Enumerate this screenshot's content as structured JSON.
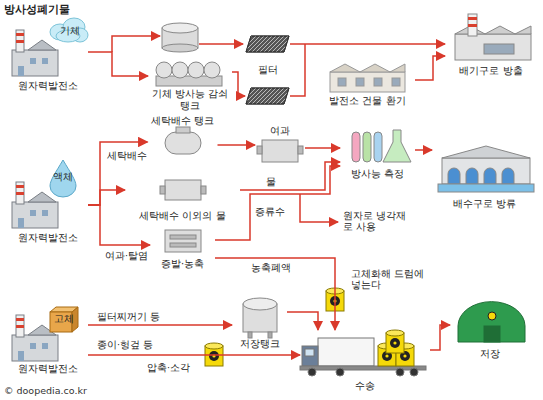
{
  "diagram": {
    "title": "방사성폐기물",
    "caption": "© doopedia.co.kr",
    "nodes": [
      {
        "text": [
          "원자력발전소"
        ]
      },
      {
        "text": [
          "기체"
        ]
      },
      {
        "text": [
          "기체 방사능 감쇠 탱크"
        ]
      },
      {
        "text": [
          "필터"
        ]
      },
      {
        "text": [
          "발전소 건물 환기"
        ]
      },
      {
        "text": [
          "배기구로 방출"
        ]
      },
      {
        "text": [
          "원자력발전소"
        ]
      },
      {
        "text": [
          "액체"
        ]
      },
      {
        "text": [
          "세탁배수 탱크"
        ]
      },
      {
        "text": [
          "세탁배수 이외의 물"
        ]
      },
      {
        "text": [
          "증발·농축"
        ]
      },
      {
        "text": [
          "여과"
        ]
      },
      {
        "text": [
          "방사능 측정"
        ]
      },
      {
        "text": [
          "배수구로 방류"
        ]
      },
      {
        "text": [
          "원자력발전소"
        ]
      },
      {
        "text": [
          "고체"
        ]
      },
      {
        "text": [
          "저장탱크"
        ]
      },
      {
        "text": [
          "수송"
        ]
      },
      {
        "text": [
          "저장"
        ]
      }
    ],
    "edges": [
      {
        "from": 0,
        "to": 2,
        "arrow": "to"
      },
      {
        "from": 2,
        "to": 3,
        "arrow": "to"
      },
      {
        "from": 3,
        "to": 5,
        "arrow": "to"
      },
      {
        "from": 4,
        "to": 5,
        "arrow": "to"
      },
      {
        "from": 6,
        "to": 8,
        "arrow": "to",
        "label": "세탁배수"
      },
      {
        "from": 6,
        "to": 9,
        "arrow": "to"
      },
      {
        "from": 6,
        "to": 10,
        "arrow": "to",
        "label": "여과·탈염"
      },
      {
        "from": 8,
        "to": 11,
        "arrow": "to"
      },
      {
        "from": 9,
        "to": 12,
        "arrow": "to",
        "label": "물"
      },
      {
        "from": 10,
        "to": 12,
        "arrow": "to",
        "label": "증류수"
      },
      {
        "from": 11,
        "to": 12,
        "arrow": "to"
      },
      {
        "from": 12,
        "to": 13,
        "arrow": "to"
      },
      {
        "from": 10,
        "to": 17,
        "arrow": "to",
        "label": "농축폐액"
      },
      {
        "from": 14,
        "to": 16,
        "arrow": "to",
        "label": "필터찌꺼기 등"
      },
      {
        "from": 14,
        "to": 17,
        "arrow": "to",
        "label": "종이·헝겊 등"
      },
      {
        "from": 16,
        "to": 17,
        "arrow": "to"
      },
      {
        "from": 17,
        "to": 18,
        "arrow": "to"
      }
    ],
    "labels": [
      "원자로 냉각재로 사용",
      "고체화해 드럼에 넣는다",
      "압축·소각"
    ]
  }
}
